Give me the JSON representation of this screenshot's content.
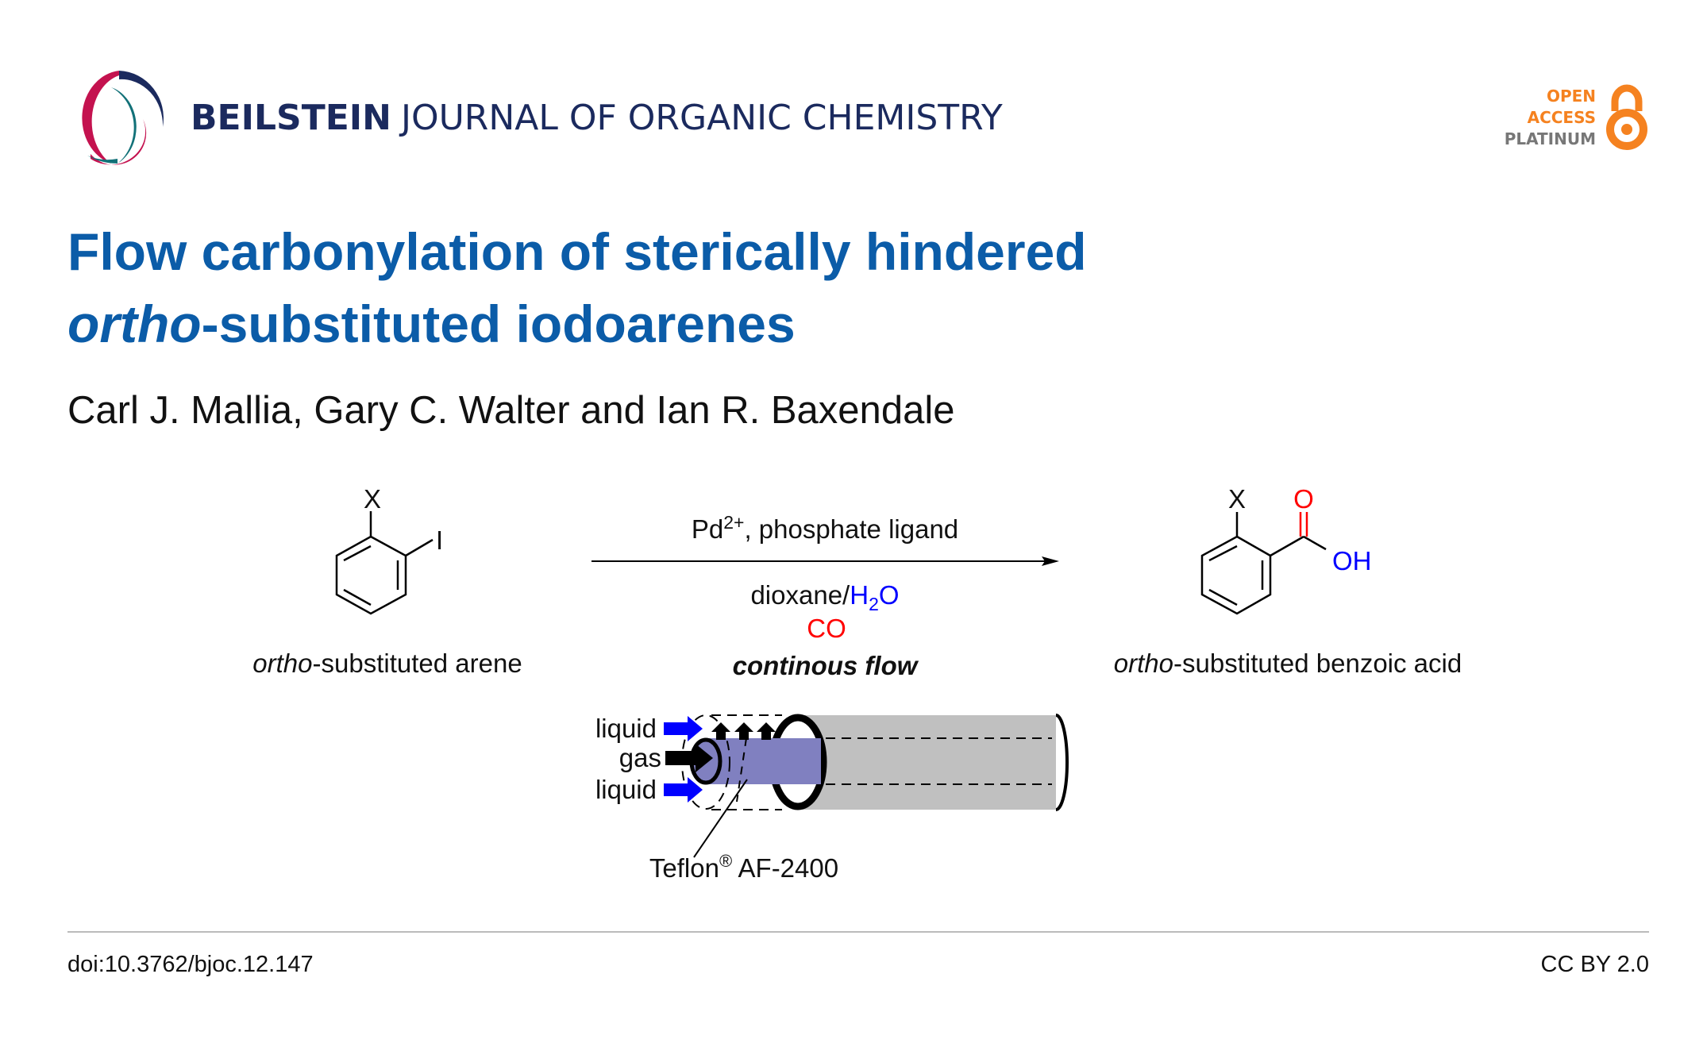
{
  "header": {
    "journal_bold": "BEILSTEIN",
    "journal_rest": "JOURNAL OF ORGANIC CHEMISTRY",
    "badge": {
      "line1": "OPEN",
      "line2": "ACCESS",
      "line3": "PLATINUM"
    }
  },
  "article": {
    "title_line1": "Flow carbonylation of sterically hindered",
    "title_line2_italic": "ortho",
    "title_line2_rest": "-substituted iodoarenes",
    "authors": "Carl J. Mallia, Gary C. Walter and Ian R. Baxendale"
  },
  "scheme": {
    "reactant": {
      "substituent": "X",
      "leaving": "I",
      "label_italic": "ortho",
      "label_rest": "-substituted arene"
    },
    "product": {
      "substituent": "X",
      "carbonyl_o": "O",
      "hydroxyl": "OH",
      "label_italic": "ortho",
      "label_rest": "-substituted benzoic acid"
    },
    "conditions": {
      "catalyst": "Pd",
      "catalyst_charge": "2+",
      "catalyst_rest": ", phosphate ligand",
      "solvent_a": "dioxane/",
      "solvent_b": "H",
      "solvent_sub": "2",
      "solvent_c": "O",
      "gas": "CO",
      "mode": "continous flow"
    },
    "reactor": {
      "liquid_top": "liquid",
      "gas": "gas",
      "liquid_bottom": "liquid",
      "membrane": "Teflon",
      "membrane_mark": "®",
      "membrane_grade": " AF-2400"
    }
  },
  "footer": {
    "doi": "doi:10.3762/bjoc.12.147",
    "license": "CC BY 2.0"
  },
  "colors": {
    "title": "#0b5ca8",
    "journal": "#1b2a5e",
    "oa_orange": "#f58220",
    "oxygen": "#ff0000",
    "hydrogen_blue": "#0000ff",
    "liquid_arrow": "#0000ff",
    "gas_tube": "#8080c0",
    "tube": "#c0c0c0"
  }
}
